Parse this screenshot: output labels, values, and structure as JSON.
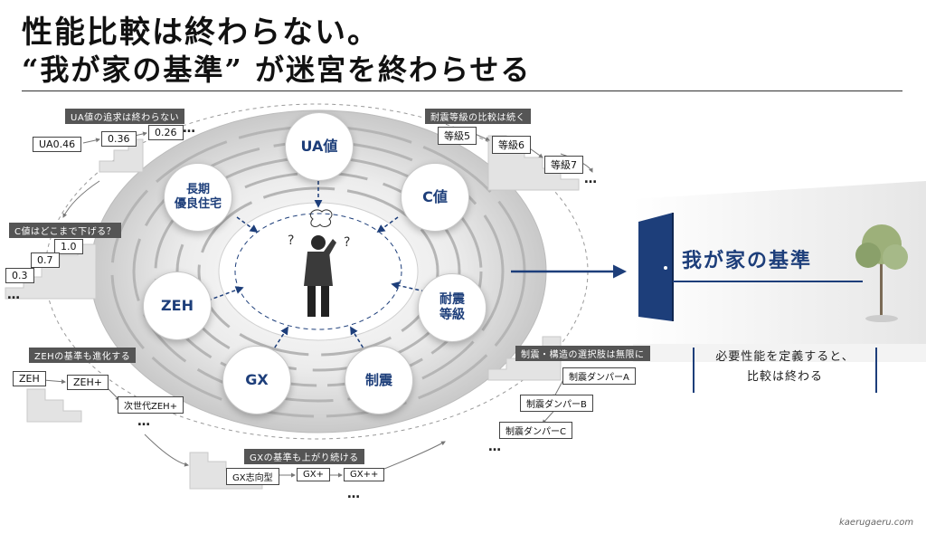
{
  "title": {
    "line1": "性能比較は終わらない。",
    "line2": "“我が家の基準” が迷宮を終わらせる"
  },
  "maze_nodes": [
    {
      "id": "ua",
      "label1": "UA値",
      "label2": ""
    },
    {
      "id": "c",
      "label1": "C値",
      "label2": ""
    },
    {
      "id": "long",
      "label1": "長期",
      "label2": "優良住宅"
    },
    {
      "id": "zeh",
      "label1": "ZEH",
      "label2": ""
    },
    {
      "id": "taishin",
      "label1": "耐震",
      "label2": "等級"
    },
    {
      "id": "gx",
      "label1": "GX",
      "label2": ""
    },
    {
      "id": "seishin",
      "label1": "制震",
      "label2": ""
    }
  ],
  "ua_path": {
    "tag": "UA値の追求は終わらない",
    "steps": [
      "UA0.46",
      "0.36",
      "0.26"
    ],
    "more": "…"
  },
  "taishin_path": {
    "tag": "耐震等級の比較は続く",
    "steps": [
      "等級5",
      "等級6",
      "等級7"
    ],
    "more": "…"
  },
  "c_path": {
    "tag": "C値はどこまで下げる？",
    "steps": [
      "1.0",
      "0.7",
      "0.3"
    ],
    "more": "…"
  },
  "zeh_path": {
    "tag": "ZEHの基準も進化する",
    "steps": [
      "ZEH",
      "ZEH+",
      "次世代ZEH+"
    ],
    "more": "…"
  },
  "seishin_path": {
    "tag": "制震・構造の選択肢は無限に",
    "steps": [
      "制震ダンパーA",
      "制震ダンパーB",
      "制震ダンパーC"
    ],
    "more": "…"
  },
  "gx_path": {
    "tag": "GXの基準も上がり続ける",
    "steps": [
      "GX志向型",
      "GX+",
      "GX++"
    ],
    "more": "…"
  },
  "goal": {
    "label": "我が家の基準",
    "quote_line1": "必要性能を定義すると、",
    "quote_line2": "比較は終わる"
  },
  "credit": "kaerugaeru.com",
  "colors": {
    "accent": "#1d3e7a",
    "text": "#1a1a1a",
    "tag_bg": "#555555"
  }
}
